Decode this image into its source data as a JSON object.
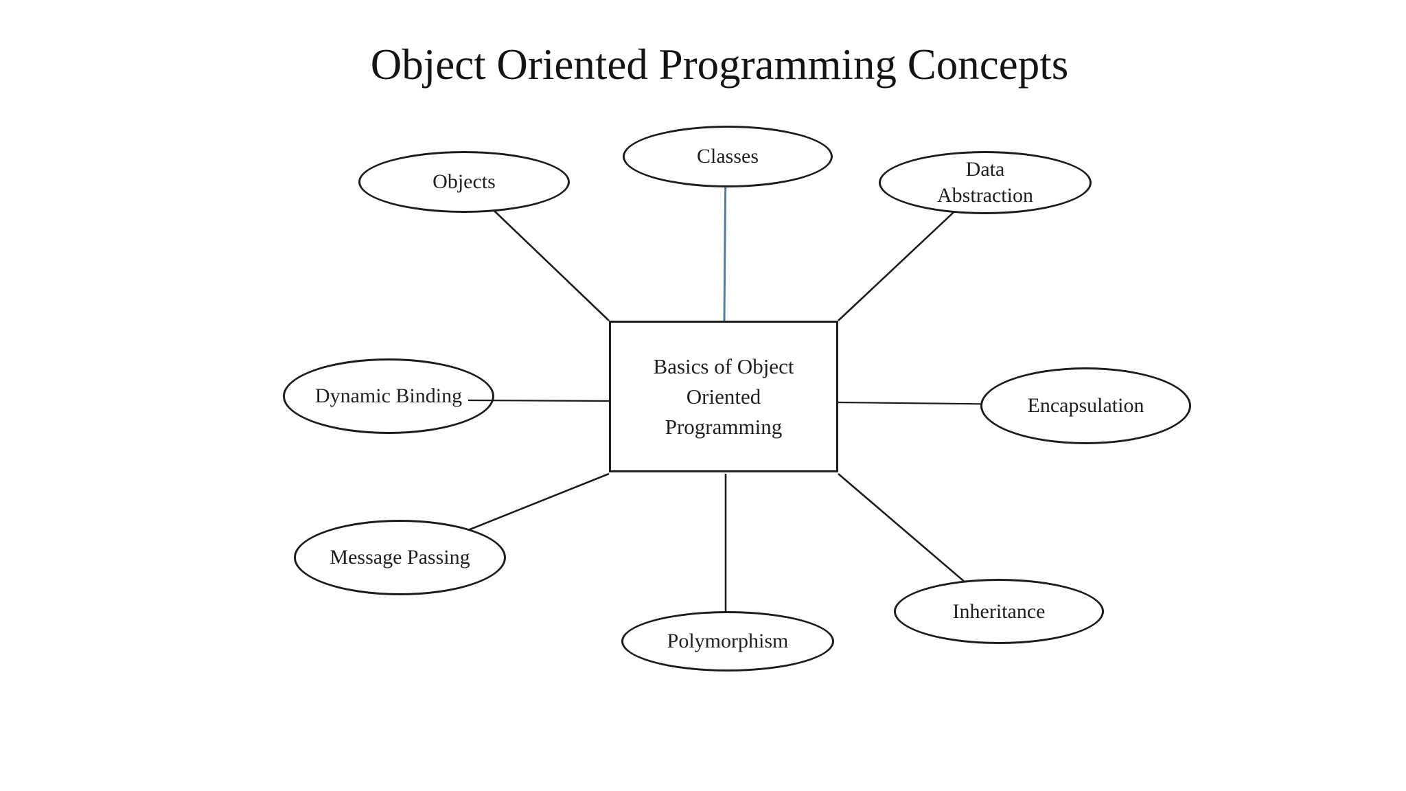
{
  "title": "Object Oriented Programming Concepts",
  "diagram": {
    "type": "mind-map",
    "center": {
      "id": "basics",
      "label": "Basics of Object\nOriented\nProgramming",
      "shape": "rectangle"
    },
    "nodes": [
      {
        "id": "classes",
        "label": "Classes",
        "shape": "ellipse",
        "position": "top-center"
      },
      {
        "id": "objects",
        "label": "Objects",
        "shape": "ellipse",
        "position": "top-left"
      },
      {
        "id": "data-abstraction",
        "label": "Data\nAbstraction",
        "shape": "ellipse",
        "position": "top-right"
      },
      {
        "id": "dynamic-binding",
        "label": "Dynamic Binding",
        "shape": "ellipse",
        "position": "middle-left"
      },
      {
        "id": "encapsulation",
        "label": "Encapsulation",
        "shape": "ellipse",
        "position": "middle-right"
      },
      {
        "id": "message-passing",
        "label": "Message Passing",
        "shape": "ellipse",
        "position": "bottom-left"
      },
      {
        "id": "polymorphism",
        "label": "Polymorphism",
        "shape": "ellipse",
        "position": "bottom-center"
      },
      {
        "id": "inheritance",
        "label": "Inheritance",
        "shape": "ellipse",
        "position": "bottom-right"
      }
    ],
    "edges": [
      {
        "from": "basics",
        "to": "objects"
      },
      {
        "from": "basics",
        "to": "classes"
      },
      {
        "from": "basics",
        "to": "data-abstraction"
      },
      {
        "from": "basics",
        "to": "dynamic-binding"
      },
      {
        "from": "basics",
        "to": "encapsulation"
      },
      {
        "from": "basics",
        "to": "message-passing"
      },
      {
        "from": "basics",
        "to": "polymorphism"
      },
      {
        "from": "basics",
        "to": "inheritance"
      }
    ],
    "colors": {
      "background": "#ffffff",
      "stroke": "#1c1c1c",
      "connector": "#1c1c1c",
      "classes_connector": "#577c9b"
    }
  }
}
